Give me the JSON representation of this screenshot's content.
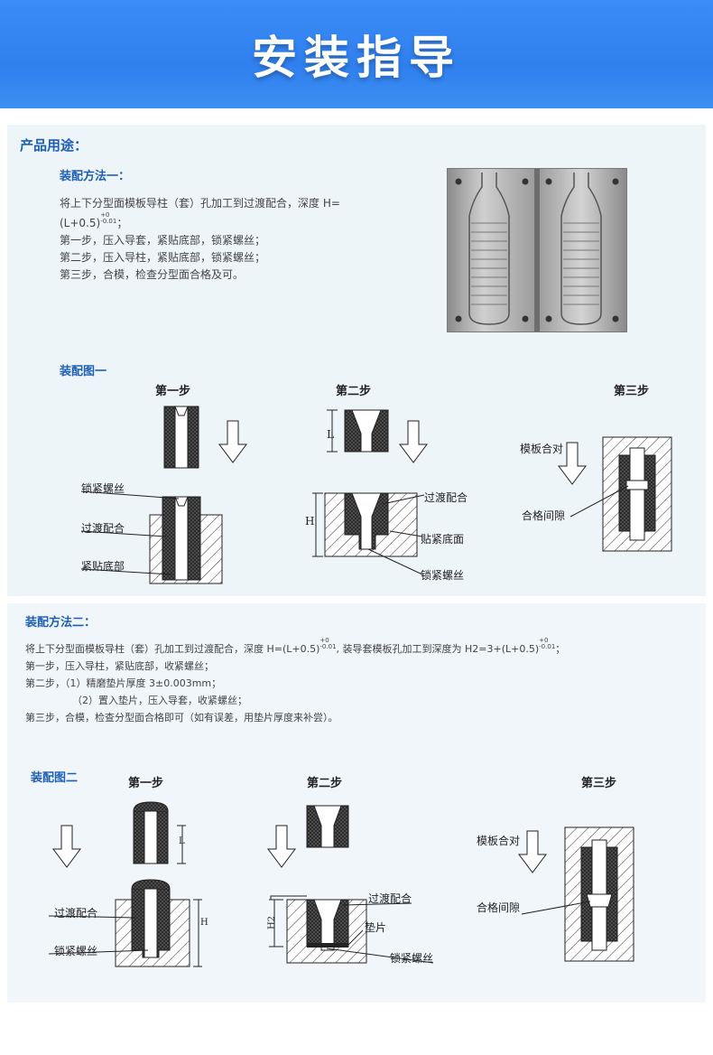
{
  "banner": {
    "title": "安装指导"
  },
  "section1": {
    "heading": "产品用途：",
    "method_title": "装配方法一：",
    "line1": "将上下分型面模板导柱（套）孔加工到过渡配合，深度 H=",
    "line2": "(L+0.5)",
    "tol_up": "+0",
    "tol_down": "-0.01",
    "line2_end": "；",
    "line3": "第一步，压入导套，紧贴底部，锁紧螺丝；",
    "line4": "第二步，压入导柱，紧贴底部，锁紧螺丝；",
    "line5": "第三步，合模，检查分型面合格及可。",
    "fig_title": "装配图一",
    "step1": "第一步",
    "step2": "第二步",
    "step3": "第三步",
    "labels": {
      "lock1": "锁紧螺丝",
      "trans1": "过渡配合",
      "tight1": "紧贴底部",
      "trans2": "过渡配合",
      "tight2": "贴紧底面",
      "lock2": "锁紧螺丝",
      "close": "模板合对",
      "gap": "合格间隙",
      "L": "L",
      "H": "H"
    }
  },
  "section2": {
    "method_title": "装配方法二：",
    "line1a": "将上下分型面模板导柱（套）孔加工到过渡配合，深度 H=(L+0.5)",
    "line1b": ", 装导套模板孔加工到深度为 H2=3+(L+0.5)",
    "tol_up": "+0",
    "tol_down": "-0.01",
    "line1_end": "；",
    "line2": "第一步，压入导柱，紧贴底部，收紧螺丝；",
    "line3": "第二步，（1）精磨垫片厚度 3±0.003mm；",
    "line4": "（2）置入垫片，压入导套，收紧螺丝；",
    "line5": "第三步，合模，检查分型面合格即可（如有误差，用垫片厚度来补尝）。",
    "fig_title": "装配图二",
    "step1": "第一步",
    "step2": "第二步",
    "step3": "第三步",
    "labels": {
      "trans1": "过渡配合",
      "lock1": "锁紧螺丝",
      "trans2": "过渡配合",
      "shim": "垫片",
      "lock2": "锁紧螺丝",
      "close": "模板合对",
      "gap": "合格间隙",
      "L": "L",
      "H": "H",
      "H2": "H2"
    }
  }
}
